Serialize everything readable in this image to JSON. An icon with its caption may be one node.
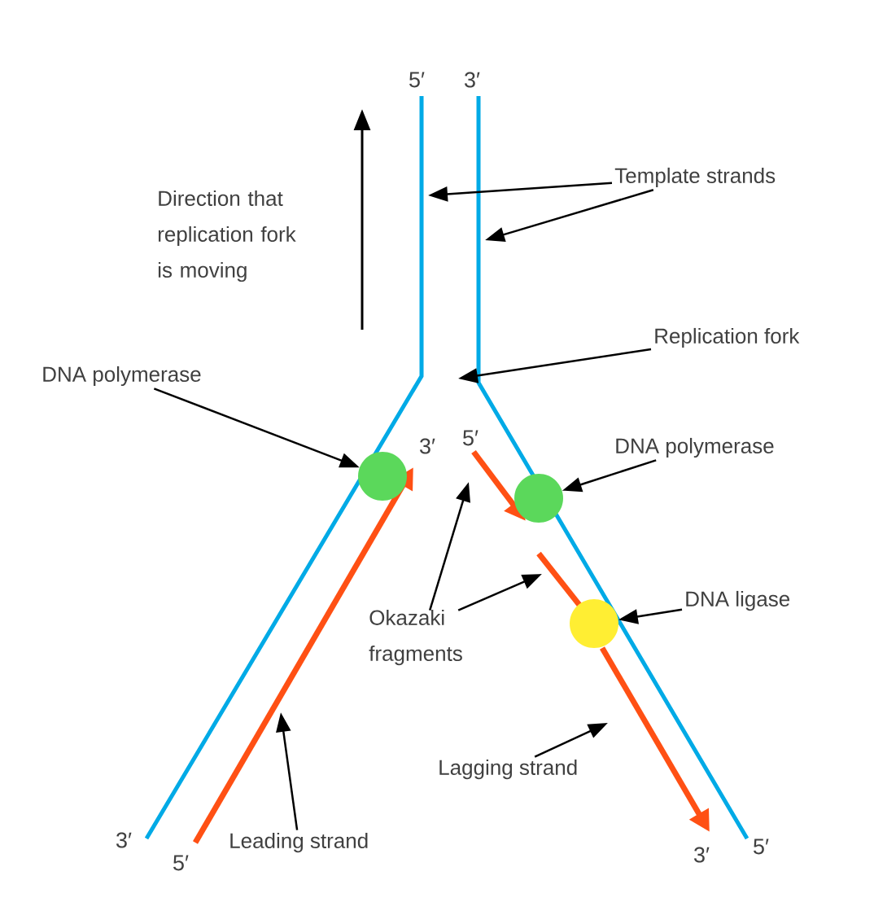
{
  "diagram": {
    "nodes": [
      {
        "text": [
          "Direction that replication fork is moving"
        ]
      },
      {
        "text": [
          "Template strands"
        ]
      },
      {
        "text": [
          "Replication fork"
        ]
      },
      {
        "text": [
          "DNA polymerase"
        ]
      },
      {
        "text": [],
        "shape": "circle"
      },
      {
        "text": [
          "DNA polymerase"
        ]
      },
      {
        "text": [],
        "shape": "circle"
      },
      {
        "text": [
          "DNA ligase"
        ]
      },
      {
        "text": [],
        "shape": "circle"
      },
      {
        "text": [
          "Okazaki fragments"
        ]
      },
      {
        "text": [
          "Leading strand"
        ]
      },
      {
        "text": [
          "Lagging strand"
        ]
      }
    ],
    "edges": [
      {
        "from": 1,
        "to": null,
        "arrow": "to"
      },
      {
        "from": 1,
        "to": null,
        "arrow": "to"
      },
      {
        "from": 2,
        "to": null,
        "arrow": "to"
      },
      {
        "from": 3,
        "to": 4,
        "arrow": "to"
      },
      {
        "from": 5,
        "to": 6,
        "arrow": "to"
      },
      {
        "from": 7,
        "to": 8,
        "arrow": "to"
      },
      {
        "from": 9,
        "to": null,
        "arrow": "to"
      },
      {
        "from": 9,
        "to": null,
        "arrow": "to"
      },
      {
        "from": 10,
        "to": null,
        "arrow": "to"
      },
      {
        "from": 11,
        "to": null,
        "arrow": "to"
      }
    ],
    "labels": [
      "5′",
      "3′",
      "3′",
      "5′",
      "3′",
      "5′",
      "3′",
      "5′"
    ]
  }
}
